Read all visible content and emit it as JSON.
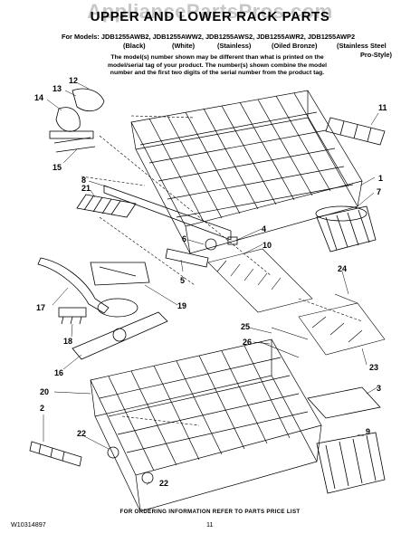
{
  "watermark": "AppliancePartsPros.com",
  "title": "UPPER AND LOWER RACK PARTS",
  "models": "For Models: JDB1255AWB2, JDB1255AWW2, JDB1255AWS2, JDB1255AWR2, JDB1255AWP2",
  "finishes": [
    "(Black)",
    "(White)",
    "(Stainless)",
    "(Oiled Bronze)",
    "(Stainless Steel",
    "Pro-Style)"
  ],
  "note": "The model(s) number shown may be different than what is printed on the model/serial tag of your product. The number(s) shown combine the model number and the first two digits of the serial number from the product tag.",
  "callouts": [
    "11",
    "12",
    "13",
    "14",
    "15",
    "8",
    "21",
    "1",
    "7",
    "4",
    "6",
    "10",
    "5",
    "24",
    "17",
    "19",
    "18",
    "25",
    "26",
    "16",
    "23",
    "3",
    "20",
    "2",
    "9",
    "22",
    "22"
  ],
  "footer": "FOR ORDERING INFORMATION REFER TO PARTS PRICE LIST",
  "doc_number": "W10314897",
  "page_number": "11"
}
